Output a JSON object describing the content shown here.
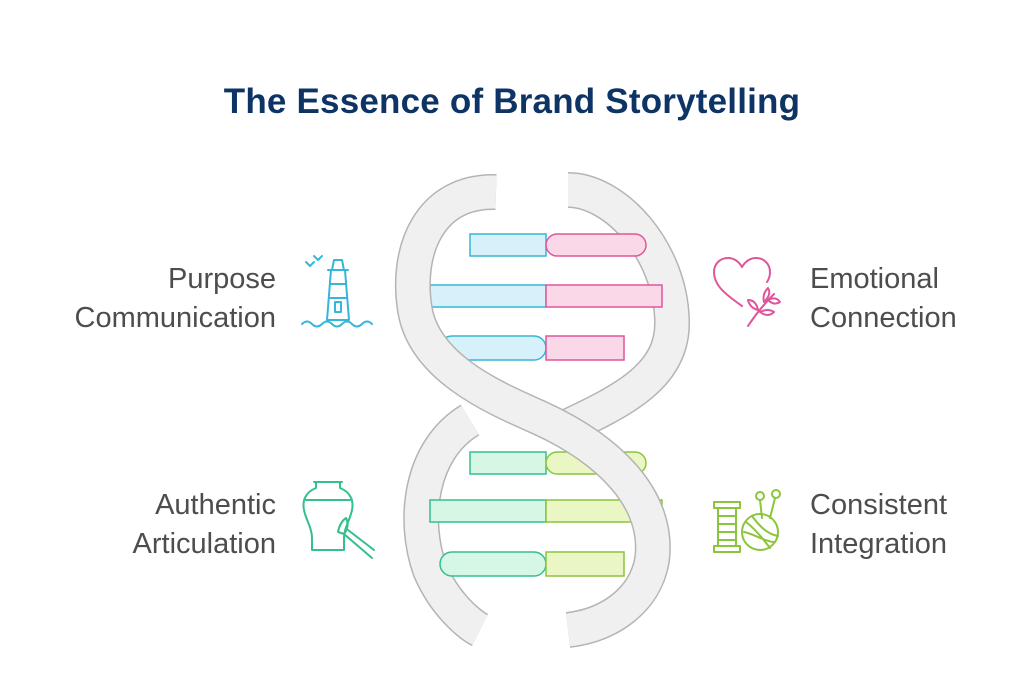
{
  "title": "The Essence of Brand Storytelling",
  "items": [
    {
      "line1": "Purpose",
      "line2": "Communication",
      "icon": "lighthouse-icon",
      "color": "#36b6d8"
    },
    {
      "line1": "Emotional",
      "line2": "Connection",
      "icon": "heart-with-leaves-icon",
      "color": "#e0569a"
    },
    {
      "line1": "Authentic",
      "line2": "Articulation",
      "icon": "vase-with-brush-icon",
      "color": "#33c08a"
    },
    {
      "line1": "Consistent",
      "line2": "Integration",
      "icon": "thread-spool-and-yarn-icon",
      "color": "#8cc43c"
    }
  ],
  "colors": {
    "title": "#0e3466",
    "strand_fill": "#f0f0f0",
    "strand_stroke": "#b4b4b4",
    "blue_fill": "#d6f1fa",
    "pink_fill": "#fbd8e8",
    "green_fill": "#d6f7e6",
    "lime_fill": "#eaf6c4"
  }
}
